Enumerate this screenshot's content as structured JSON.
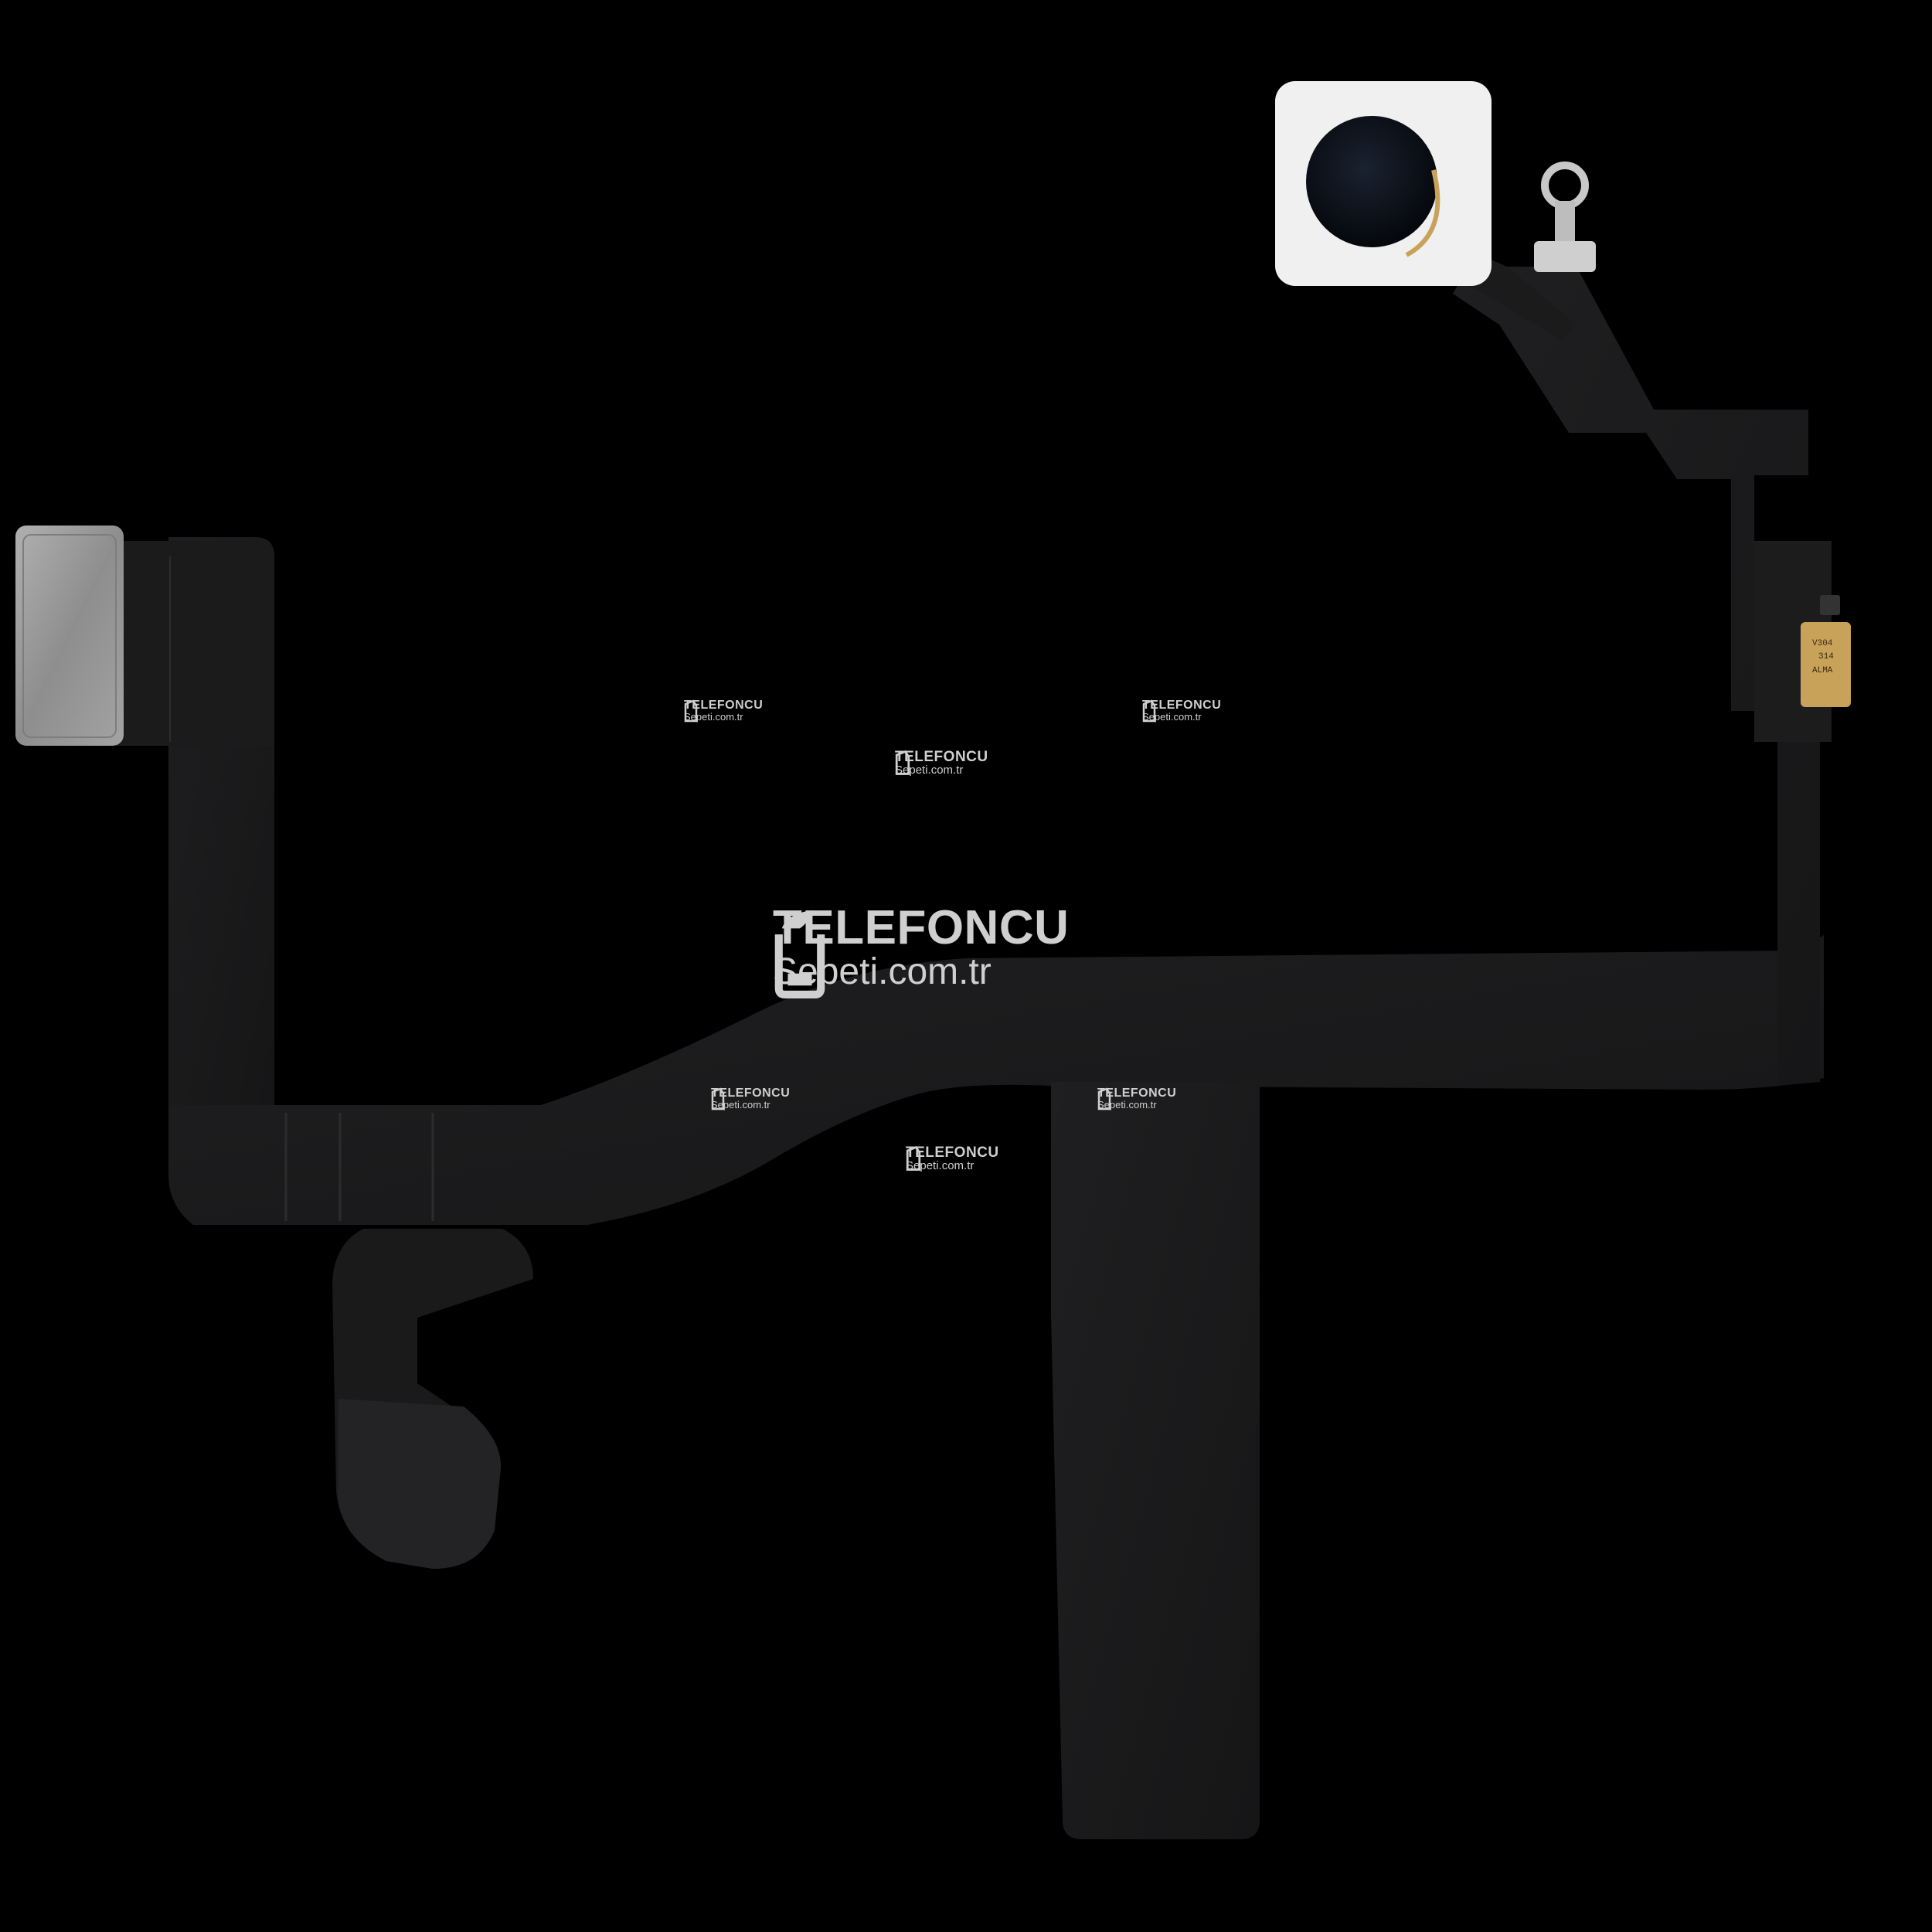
{
  "photo": {
    "subject": "flex-cable-assembly",
    "background_color": "#000000",
    "cable_color": "#1c1c1e",
    "connector_color": "#9b9b9b",
    "flash_pad_color": "#f2f2f2",
    "mic_color": "#c9a25a"
  },
  "mic_marking": {
    "line1": "V304",
    "line2": "314",
    "line3": "ALMA"
  },
  "watermarks": [
    {
      "brand": "TELEFONCU",
      "domain": "Sepeti.com.tr"
    },
    {
      "brand": "TELEFONCU",
      "domain": "Sepeti.com.tr"
    },
    {
      "brand": "TELEFONCU",
      "domain": "Sepeti.com.tr"
    },
    {
      "brand": "TELEFONCU",
      "domain": "Sepeti.com.tr"
    },
    {
      "brand": "TELEFONCU",
      "domain": "Sepeti.com.tr"
    },
    {
      "brand": "TELEFONCU",
      "domain": "Sepeti.com.tr"
    },
    {
      "brand": "TELEFONCU",
      "domain": "Sepeti.com.tr"
    }
  ]
}
